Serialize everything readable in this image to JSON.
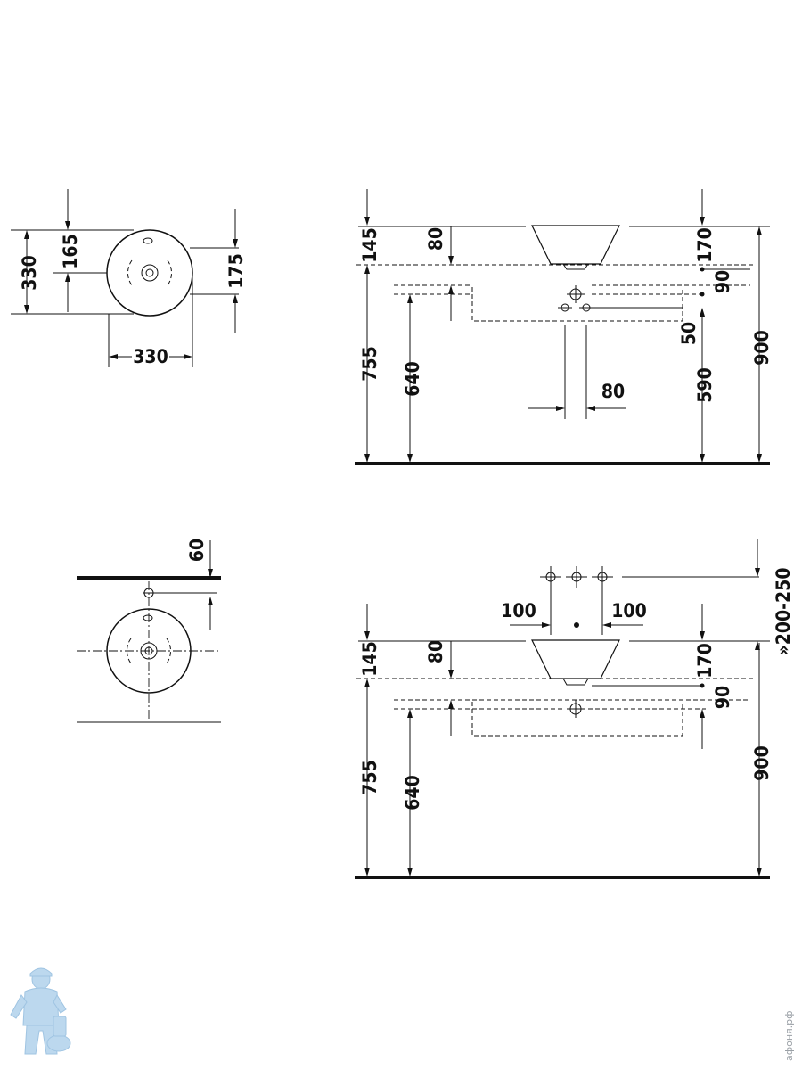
{
  "top_view_1": {
    "d165": "165",
    "d330v": "330",
    "d175": "175",
    "d330h": "330"
  },
  "side_view_1": {
    "d145": "145",
    "d80": "80",
    "d170": "170",
    "d90": "90",
    "d50": "50",
    "d755": "755",
    "d640": "640",
    "d590": "590",
    "d900": "900",
    "d80b": "80"
  },
  "top_view_2": {
    "d60": "60"
  },
  "side_view_2": {
    "d100l": "100",
    "d100r": "100",
    "d200_250": "»200-250",
    "d145": "145",
    "d80": "80",
    "d170": "170",
    "d90": "90",
    "d755": "755",
    "d640": "640",
    "d900": "900"
  },
  "watermark": "афоня.рф",
  "colors": {
    "line": "#111111",
    "mascot": "#bcd8ee",
    "background": "#ffffff"
  }
}
